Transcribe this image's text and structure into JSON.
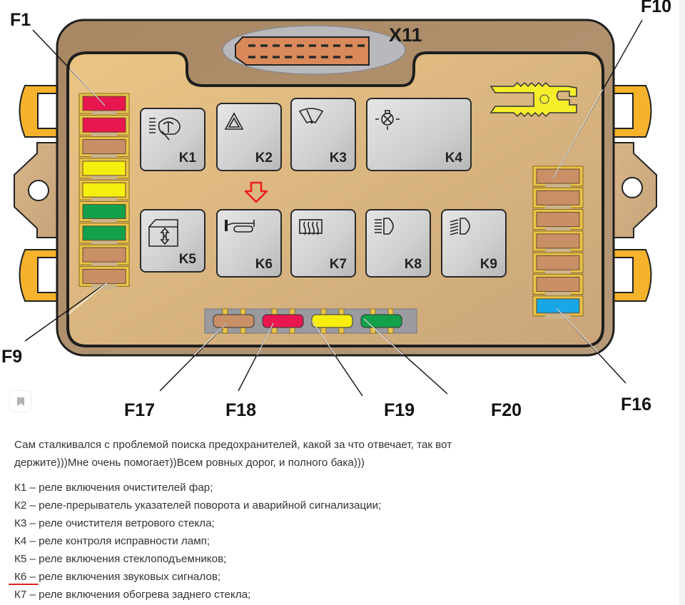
{
  "diagram": {
    "connector_label": "X11",
    "relays": [
      {
        "id": "K1",
        "icon": "headlamp-wiper-icon"
      },
      {
        "id": "K2",
        "icon": "hazard-triangle-icon"
      },
      {
        "id": "K3",
        "icon": "windshield-wiper-icon"
      },
      {
        "id": "K4",
        "icon": "lamp-failure-icon"
      },
      {
        "id": "K5",
        "icon": "power-window-icon"
      },
      {
        "id": "K6",
        "icon": "horn-icon"
      },
      {
        "id": "K7",
        "icon": "rear-defrost-icon"
      },
      {
        "id": "K8",
        "icon": "low-beam-icon"
      },
      {
        "id": "K9",
        "icon": "high-beam-icon"
      }
    ],
    "highlighted_relay": "K6",
    "left_fuse_column": {
      "first_label": "F1",
      "last_label": "F9",
      "colors": [
        "#e8174f",
        "#e8174f",
        "#c98f66",
        "#f6ee0e",
        "#f6ee0e",
        "#12a04a",
        "#12a04a",
        "#c98f66",
        "#c98f66"
      ]
    },
    "right_fuse_column": {
      "first_label": "F10",
      "last_label": "F16",
      "colors": [
        "#c98f66",
        "#c98f66",
        "#c98f66",
        "#c98f66",
        "#c98f66",
        "#c98f66",
        "#17a7e6"
      ]
    },
    "bottom_fuses": [
      {
        "label": "F17",
        "color": "#c98f66"
      },
      {
        "label": "F18",
        "color": "#e8174f"
      },
      {
        "label": "F19",
        "color": "#f6ee0e"
      },
      {
        "label": "F20",
        "color": "#12a04a"
      }
    ],
    "colors": {
      "housing_outer": "#b0916c",
      "housing_inner": "#ddb47c",
      "tab": "#f6b22a",
      "relay_face": "#d4d4d4",
      "highlight_arrow": "#ee1c1c",
      "fuse_puller": "#f6ee2a"
    }
  },
  "bookmark": {
    "icon": "bookmark-icon"
  },
  "article": {
    "intro_line1": "Сам сталкивался с проблемой поиска предохранителей, какой за что отвечает, так вот",
    "intro_line2": "держите)))Мне очень помогает))Всем ровных дорог, и полного бака)))",
    "relay_descriptions": [
      {
        "code": "К1",
        "text": " – реле включения очистителей фар;"
      },
      {
        "code": "К2",
        "text": " – реле-прерыватель указателей поворота и аварийной сигнализации;"
      },
      {
        "code": "К3",
        "text": " – реле очистителя ветрового стекла;"
      },
      {
        "code": "К4",
        "text": " – реле контроля исправности ламп;"
      },
      {
        "code": "К5",
        "text": " – реле включения стеклоподъемников;"
      },
      {
        "code": "К6 –",
        "text": " реле включения звуковых сигналов;"
      },
      {
        "code": "К7",
        "text": " – реле включения обогрева заднего стекла;"
      }
    ],
    "underlined_item": "К6",
    "underline_color": "#e02020"
  }
}
